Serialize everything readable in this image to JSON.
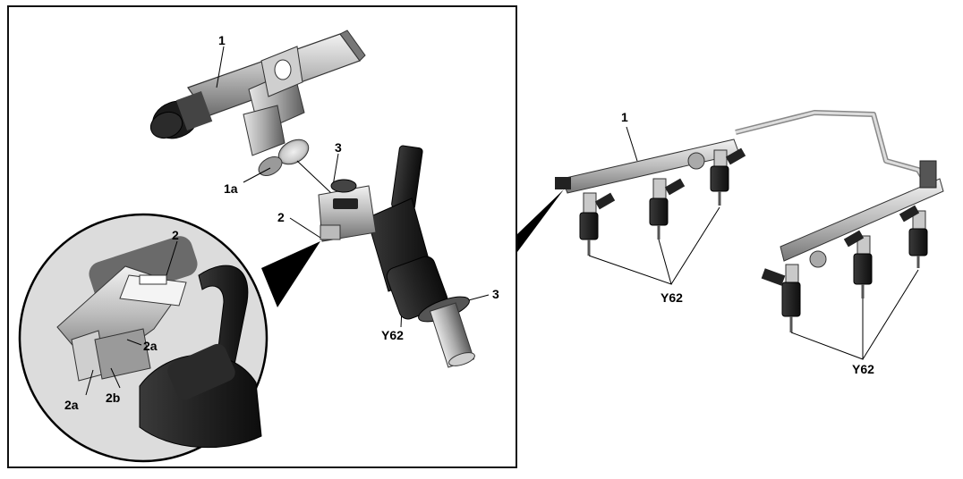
{
  "left_figure": {
    "labels": {
      "fuel_rail": "1",
      "rail_port": "1a",
      "retainer_clip": "2",
      "seal_top": "3",
      "seal_bottom": "3",
      "injector": "Y62",
      "detail_clip": "2",
      "detail_tab_upper": "2a",
      "detail_tab_lower": "2a",
      "detail_tab_2b": "2b"
    }
  },
  "right_figure": {
    "labels": {
      "fuel_rail": "1",
      "injectors_left_bank": "Y62",
      "injectors_right_bank": "Y62"
    }
  }
}
